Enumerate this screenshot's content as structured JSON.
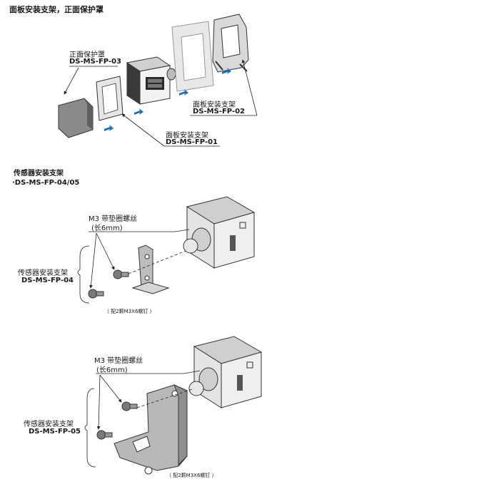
{
  "section1": {
    "heading": "面板安装支架，正面保护罩",
    "front_cover": {
      "name": "正面保护罩",
      "part_no": "DS-MS-FP-03"
    },
    "panel_bracket_a": {
      "name": "面板安装支架",
      "part_no": "DS-MS-FP-02"
    },
    "panel_bracket_b": {
      "name": "面板安装支架",
      "part_no": "DS-MS-FP-01"
    }
  },
  "section2": {
    "heading": "传感器安装支架",
    "subheading": "·DS-MS-FP-04/05"
  },
  "fig04": {
    "screw_label": "M3 带垫圈螺丝",
    "screw_size": "(长6mm)",
    "bracket_name": "传感器安装支架",
    "bracket_part": "DS-MS-FP-04",
    "note": "（ 配2颗M3X6螺钉 ）"
  },
  "fig05": {
    "screw_label": "M3 带垫圈螺丝",
    "screw_size": "(长6mm)",
    "bracket_name": "传感器安装支架",
    "bracket_part": "DS-MS-FP-05",
    "note": "（ 配2颗M3X6螺钉 ）"
  }
}
